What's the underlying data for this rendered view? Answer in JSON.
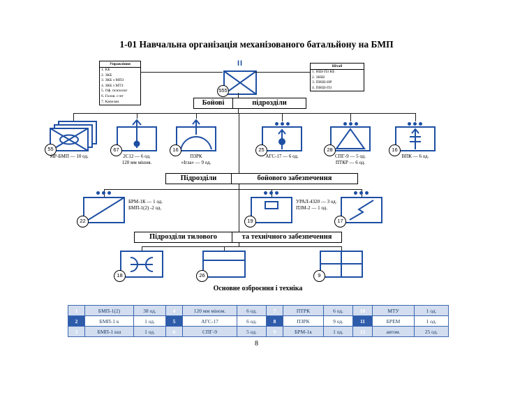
{
  "title": "1-01 Навчальна організація механізованого батальйону на БМП",
  "page_number": "8",
  "colors": {
    "symbol_blue": "#1d4fa3",
    "connector_black": "#1a1a1a",
    "table_border": "#3a66b0",
    "table_number_cell_bg": "#2e5cab",
    "table_row_alt_bg": "#d2ddf0"
  },
  "battalion": {
    "echelon": "II",
    "badge": "555"
  },
  "command_box": {
    "title": "Управління",
    "items": [
      "1. КБ",
      "2. ЗКБ",
      "3. ЗКБ з МПЗ",
      "4. ЗКБ з МТЗ",
      "5. Оф. психолог",
      "6. Голов. с-нт",
      "7. Капелан"
    ]
  },
  "staff_box": {
    "title": "Штаб",
    "items": [
      "1. НШ-ПЗ КБ",
      "2. ЗНШ",
      "3. ПНШ-НР",
      "4. ПНШ-ПЗ"
    ]
  },
  "section_headers": {
    "combat_left": "Бойові",
    "combat_right": "підрозділи",
    "support_left": "Підрозділи",
    "support_right": "бойового забезпечення",
    "logistics_left": "Підрозділи тилового",
    "logistics_right": "та технічного забезпечення"
  },
  "combat_units": [
    {
      "number": "55",
      "caption1": "МР-БМП — 10 од.",
      "caption2": "",
      "icon": "mech-infantry-company-icon",
      "dots": 0
    },
    {
      "number": "67",
      "caption1": "2С12 — 6 од.",
      "caption2": "120 мм міном.",
      "icon": "mortar-icon",
      "dots": 0
    },
    {
      "number": "16",
      "caption1": "ПЗРК",
      "caption2": "«Ігла» — 9 од.",
      "icon": "air-defense-icon",
      "dots": 0
    },
    {
      "number": "25",
      "caption1": "АГС-17 — 6 од.",
      "caption2": "",
      "icon": "grenade-launcher-icon",
      "dots": 3
    },
    {
      "number": "28",
      "caption1": "СПГ-9 — 5 од.",
      "caption2": "ПТКР — 6 од.",
      "icon": "anti-tank-icon",
      "dots": 3
    },
    {
      "number": "16",
      "caption1": "ВПК — 6 од.",
      "caption2": "",
      "icon": "machine-gun-icon",
      "dots": 3
    }
  ],
  "support_units": [
    {
      "number": "22",
      "caption1": "БРМ-1К — 1 од.",
      "caption2": "БМП-1(2) -2 од.",
      "icon": "recon-icon",
      "dots": 3
    },
    {
      "number": "19",
      "caption1": "УРАЛ-4320 — 3 од.",
      "caption2": "ПЗМ-2 — 1 од.",
      "icon": "engineer-icon",
      "dots": 3
    },
    {
      "number": "17",
      "caption1": "",
      "caption2": "",
      "icon": "signal-icon",
      "dots": 3
    }
  ],
  "logistics_units": [
    {
      "number": "18",
      "icon": "maintenance-wrench-icon"
    },
    {
      "number": "26",
      "icon": "supply-icon"
    },
    {
      "number": "9",
      "icon": "medical-cross-icon"
    }
  ],
  "equipment_table": {
    "title": "Основне озброєння і техніка",
    "rows": [
      [
        "1",
        "БМП-1(2)",
        "38 од.",
        "4",
        "120 мм міном.",
        "6 од.",
        "7",
        "ПТРК",
        "6 од.",
        "10",
        "МТУ",
        "1 од."
      ],
      [
        "2",
        "БМП-1 к",
        "1 од.",
        "5",
        "АГС-17",
        "6 од.",
        "8",
        "ПЗРК",
        "9 од.",
        "11",
        "БРЕМ",
        "1 од."
      ],
      [
        "3",
        "БМП-1 кш",
        "1 од.",
        "6",
        "СПГ-9",
        "5 од.",
        "9",
        "БРМ-1к",
        "1 од.",
        "12",
        "автом.",
        "25 од."
      ]
    ]
  }
}
